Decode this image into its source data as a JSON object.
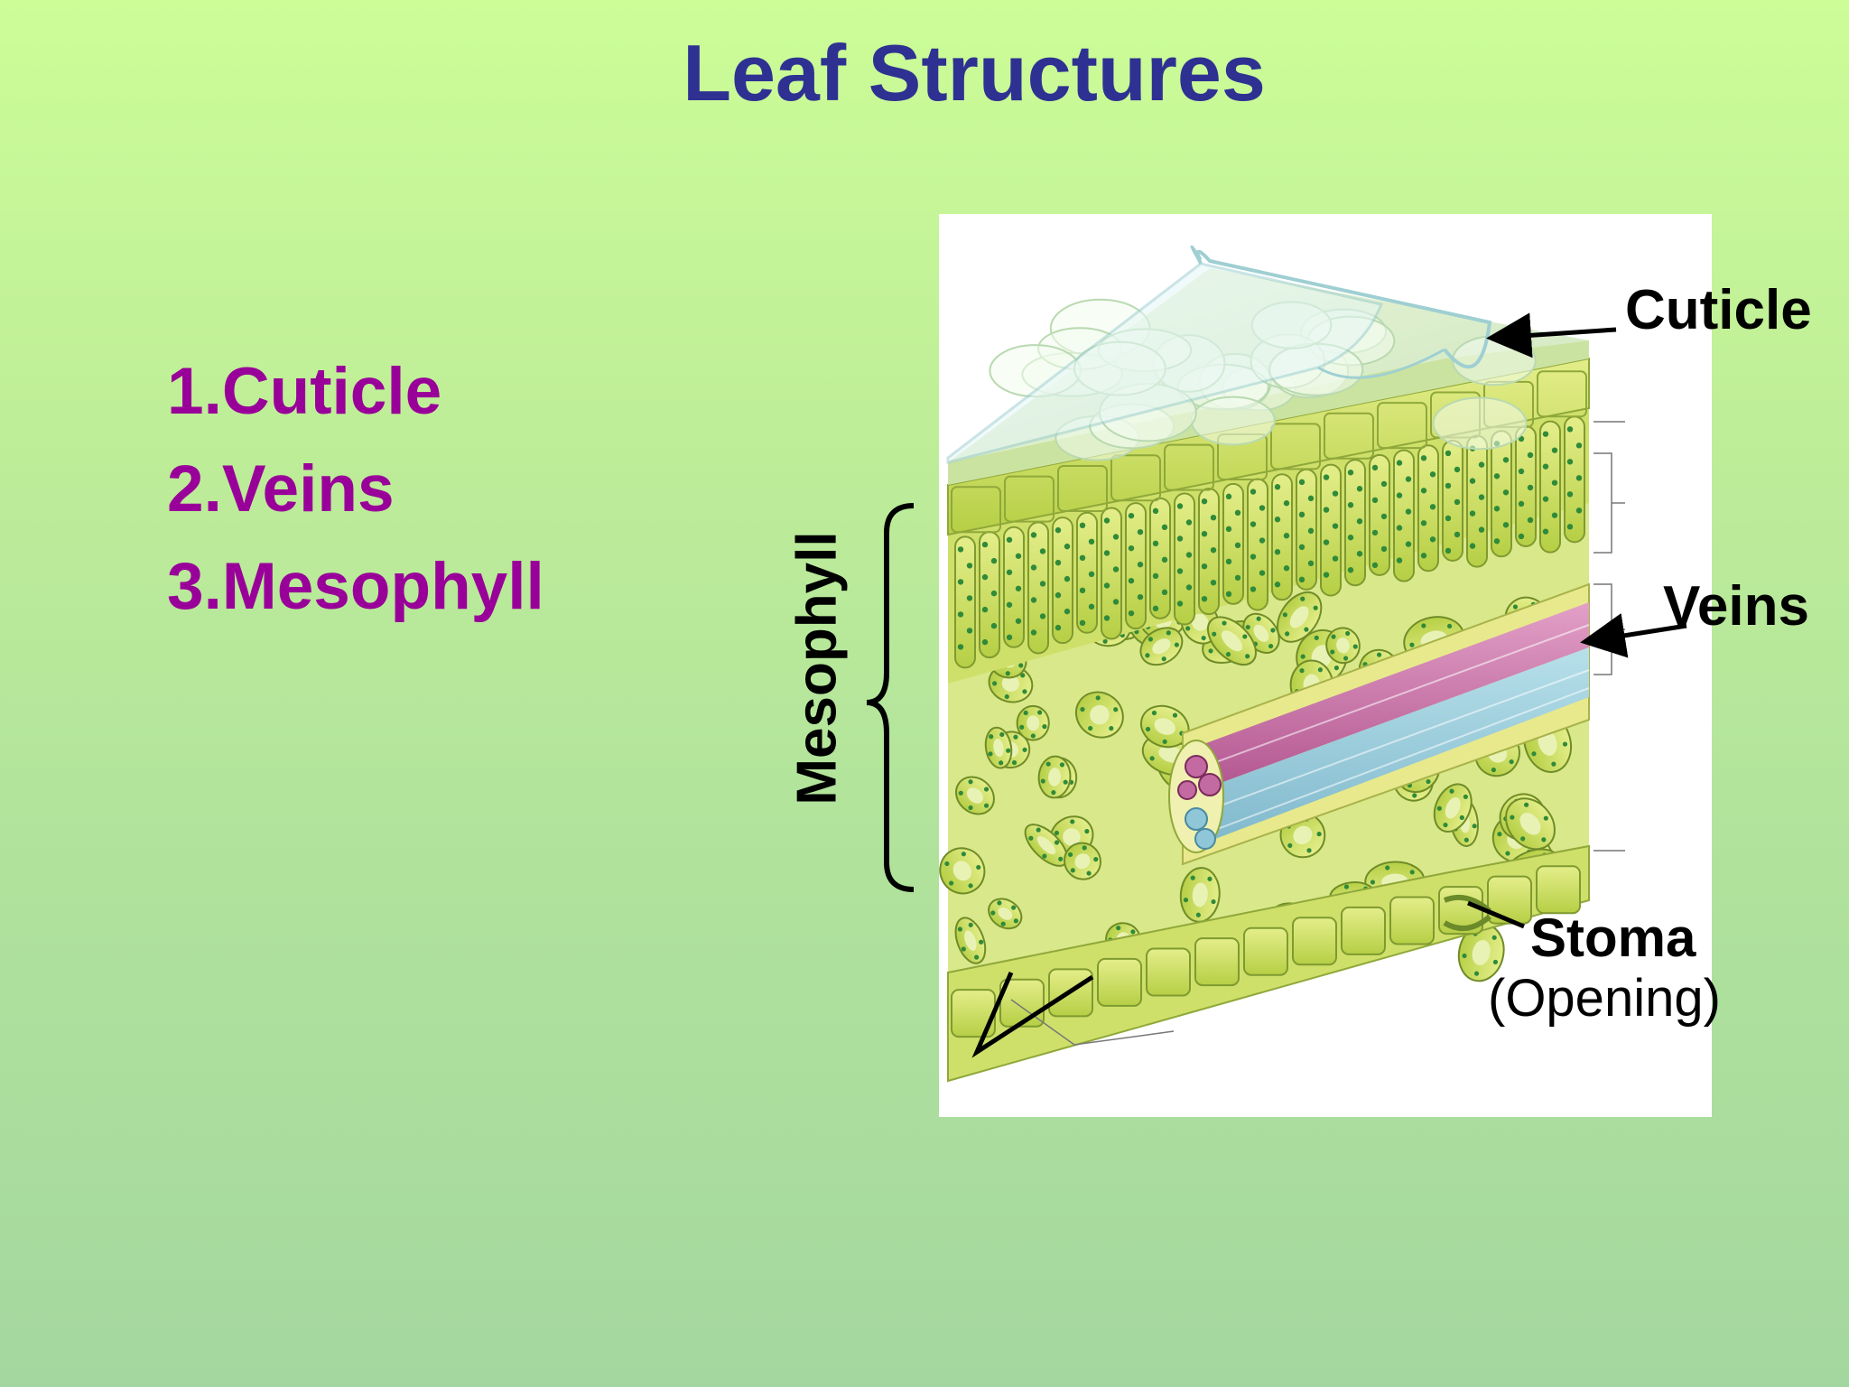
{
  "slide": {
    "title": "Leaf Structures",
    "list": [
      "1.Cuticle",
      "2.Veins",
      "3.Mesophyll"
    ]
  },
  "diagram": {
    "labels": {
      "cuticle": "Cuticle",
      "veins": "Veins",
      "stoma": "Stoma",
      "opening": "(Opening)",
      "mesophyll": "Mesophyll"
    }
  },
  "colors": {
    "title": "#2e3192",
    "list_text": "#990099",
    "cell_green": "#c9dd5a",
    "chloroplast": "#2f8a3a",
    "xylem_pink": "#c46aa2",
    "phloem_blue": "#8fc6d8",
    "cuticle_layer": "#dff3f2"
  }
}
